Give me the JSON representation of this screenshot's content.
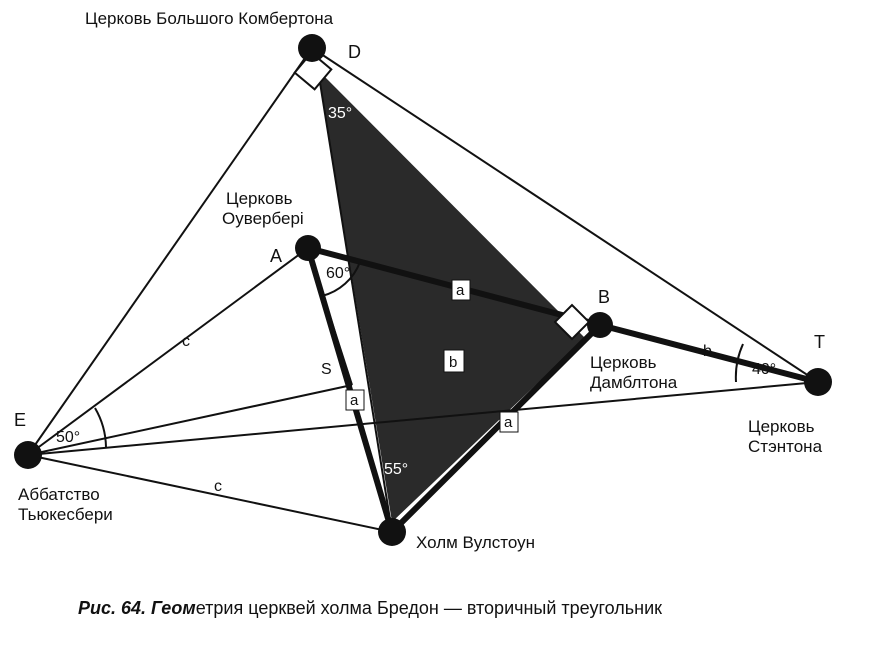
{
  "points": {
    "D": {
      "letter": "D",
      "name": "Церковь Большого Комбертона"
    },
    "A": {
      "letter": "A",
      "name_line1": "Церковь",
      "name_line2": "Оуверберi"
    },
    "B": {
      "letter": "B",
      "name_line1": "Церковь",
      "name_line2": "Дамблтона"
    },
    "T": {
      "letter": "T",
      "name_line1": "Церковь",
      "name_line2": "Стэнтона"
    },
    "E": {
      "letter": "E",
      "name_line1": "Аббатство",
      "name_line2": "Тьюкесбери"
    },
    "W": {
      "name": "Холм Вулстоун"
    }
  },
  "angles": {
    "D": "35°",
    "A": "60°",
    "E": "50°",
    "T": "40°",
    "W": "55°"
  },
  "segment_labels": {
    "a_AB": "a",
    "a_AW": "a",
    "a_BW": "a",
    "b_inner": "b",
    "b_BT": "b",
    "c_EA": "c",
    "c_EW": "c",
    "S": "S"
  },
  "caption": {
    "prefix": "Рис. 64. Геом",
    "rest": "етрия церквей холма Бредон  — вторичный треугольник"
  }
}
